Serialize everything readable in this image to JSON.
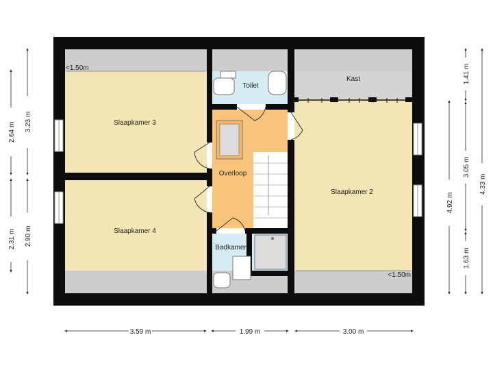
{
  "rooms": {
    "slaapkamer3": "Slaapkamer 3",
    "slaapkamer4": "Slaapkamer 4",
    "slaapkamer2": "Slaapkamer 2",
    "toilet": "Toilet",
    "kast": "Kast",
    "overloop": "Overloop",
    "badkamer": "Badkamer"
  },
  "notes": {
    "left_height": "<1.50m",
    "right_height": "<1.50m"
  },
  "dimensions": {
    "bottom_left": "3.59 m",
    "bottom_middle": "1.99 m",
    "bottom_right": "3.00 m",
    "left_outer_top": "2.64 m",
    "left_outer_bottom": "2.31 m",
    "left_inner_top": "3.23 m",
    "left_inner_bottom": "2.90 m",
    "right_a": "4.92 m",
    "right_b_top": "1.41 m",
    "right_b_mid": "3.05 m",
    "right_b_bottom": "1.63 m",
    "right_c": "4.33 m"
  },
  "colors": {
    "wall": "#0d0d0d",
    "bedroom": "#f4e6b4",
    "overloop": "#f7c47a",
    "wet_room": "#d5ecf3",
    "low_ceiling": "#cdcdcd",
    "fixture": "#dcdcdc"
  }
}
